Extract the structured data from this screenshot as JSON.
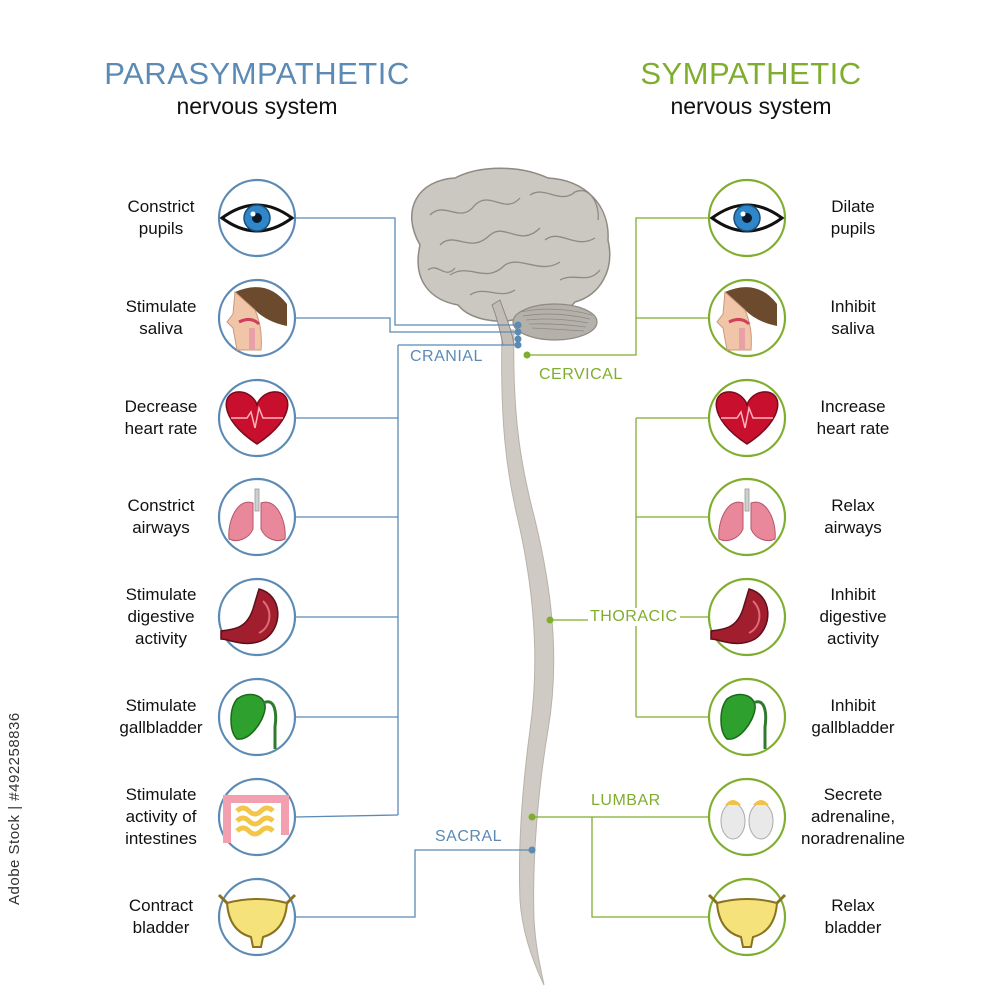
{
  "colors": {
    "parasympathetic": "#5b8ab5",
    "sympathetic": "#7fae2e",
    "spine": "#cfcac4",
    "brain": "#cbc7c1"
  },
  "header": {
    "parasympathetic_title": "PARASYMPATHETIC",
    "parasympathetic_subtitle": "nervous system",
    "sympathetic_title": "SYMPATHETIC",
    "sympathetic_subtitle": "nervous system"
  },
  "regions": {
    "cranial": "CRANIAL",
    "cervical": "CERVICAL",
    "thoracic": "THORACIC",
    "lumbar": "LUMBAR",
    "sacral": "SACRAL"
  },
  "parasympathetic_effects": [
    {
      "label": "Constrict\npupils",
      "icon": "eye-icon"
    },
    {
      "label": "Stimulate\nsaliva",
      "icon": "salivary-head-icon"
    },
    {
      "label": "Decrease\nheart rate",
      "icon": "heart-icon"
    },
    {
      "label": "Constrict\nairways",
      "icon": "lungs-icon"
    },
    {
      "label": "Stimulate\ndigestive\nactivity",
      "icon": "stomach-icon"
    },
    {
      "label": "Stimulate\ngallbladder",
      "icon": "gallbladder-icon"
    },
    {
      "label": "Stimulate\nactivity of\nintestines",
      "icon": "intestines-icon"
    },
    {
      "label": "Contract\nbladder",
      "icon": "bladder-icon"
    }
  ],
  "sympathetic_effects": [
    {
      "label": "Dilate\npupils",
      "icon": "eye-icon"
    },
    {
      "label": "Inhibit\nsaliva",
      "icon": "salivary-head-icon"
    },
    {
      "label": "Increase\nheart rate",
      "icon": "heart-icon"
    },
    {
      "label": "Relax\nairways",
      "icon": "lungs-icon"
    },
    {
      "label": "Inhibit\ndigestive\nactivity",
      "icon": "stomach-icon"
    },
    {
      "label": "Inhibit\ngallbladder",
      "icon": "gallbladder-icon"
    },
    {
      "label": "Secrete\nadrenaline,\nnoradrenaline",
      "icon": "adrenal-glands-icon"
    },
    {
      "label": "Relax\nbladder",
      "icon": "bladder-icon"
    }
  ],
  "stock_id": "Adobe Stock | #492258836"
}
